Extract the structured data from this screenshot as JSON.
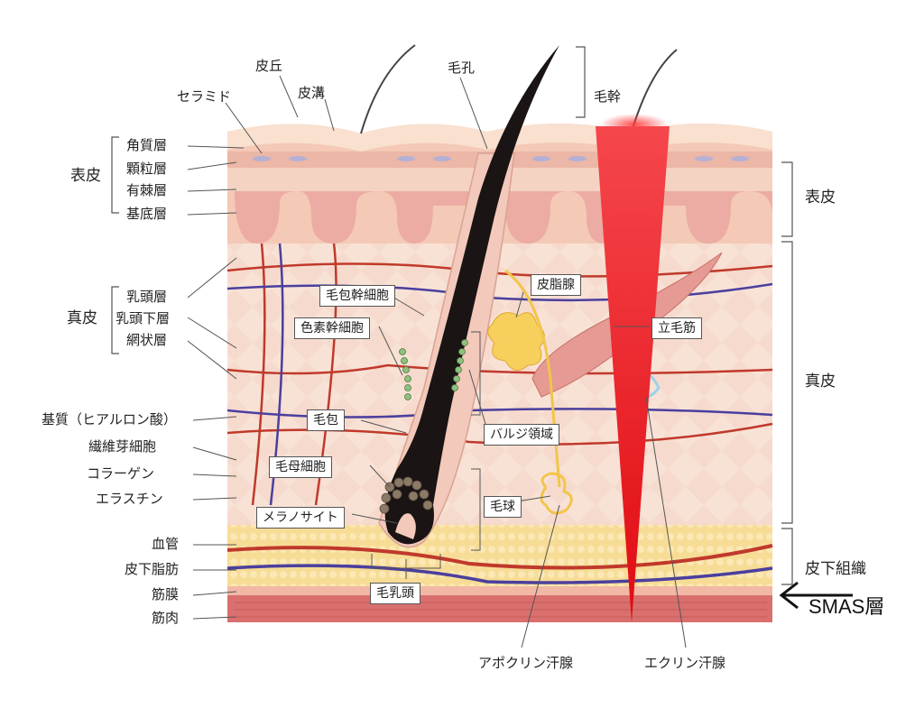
{
  "labels": {
    "hikyu": "皮丘",
    "hikou": "皮溝",
    "keana": "毛孔",
    "ceramide": "セラミド",
    "mokan": "毛幹",
    "kakushitsu": "角質層",
    "kaRyu": "顆粒層",
    "yukyoku": "有棘層",
    "kitei": "基底層",
    "hyohi_left": "表皮",
    "nyuto": "乳頭層",
    "nyutoka": "乳頭下層",
    "mojo": "網状層",
    "shinpi_left": "真皮",
    "kishitsu": "基質（ヒアルロン酸）",
    "seni": "繊維芽細胞",
    "collagen": "コラーゲン",
    "elastin": "エラスチン",
    "kekkan": "血管",
    "hika": "皮下脂肪",
    "kinmaku": "筋膜",
    "kinniku": "筋肉",
    "hyohi_right": "表皮",
    "shinpi_right": "真皮",
    "hikasoshiki": "皮下組織",
    "smas": "SMAS層",
    "apocrine": "アポクリン汗腺",
    "eccrine": "エクリン汗腺"
  },
  "boxes": {
    "mohokan": "毛包幹細胞",
    "shikiso": "色素幹細胞",
    "hishi": "皮脂腺",
    "rimokin": "立毛筋",
    "moho": "毛包",
    "bulge": "バルジ領域",
    "mobo": "毛母細胞",
    "mokyu": "毛球",
    "melano": "メラノサイト",
    "nyuto2": "毛乳頭"
  },
  "colors": {
    "laser": "#e8141b",
    "dermis": "#f6dcd0",
    "fat": "#f5d58a",
    "muscle": "#d96b6b",
    "vessel_red": "#c0392b",
    "vessel_blue": "#4a3f9e"
  }
}
